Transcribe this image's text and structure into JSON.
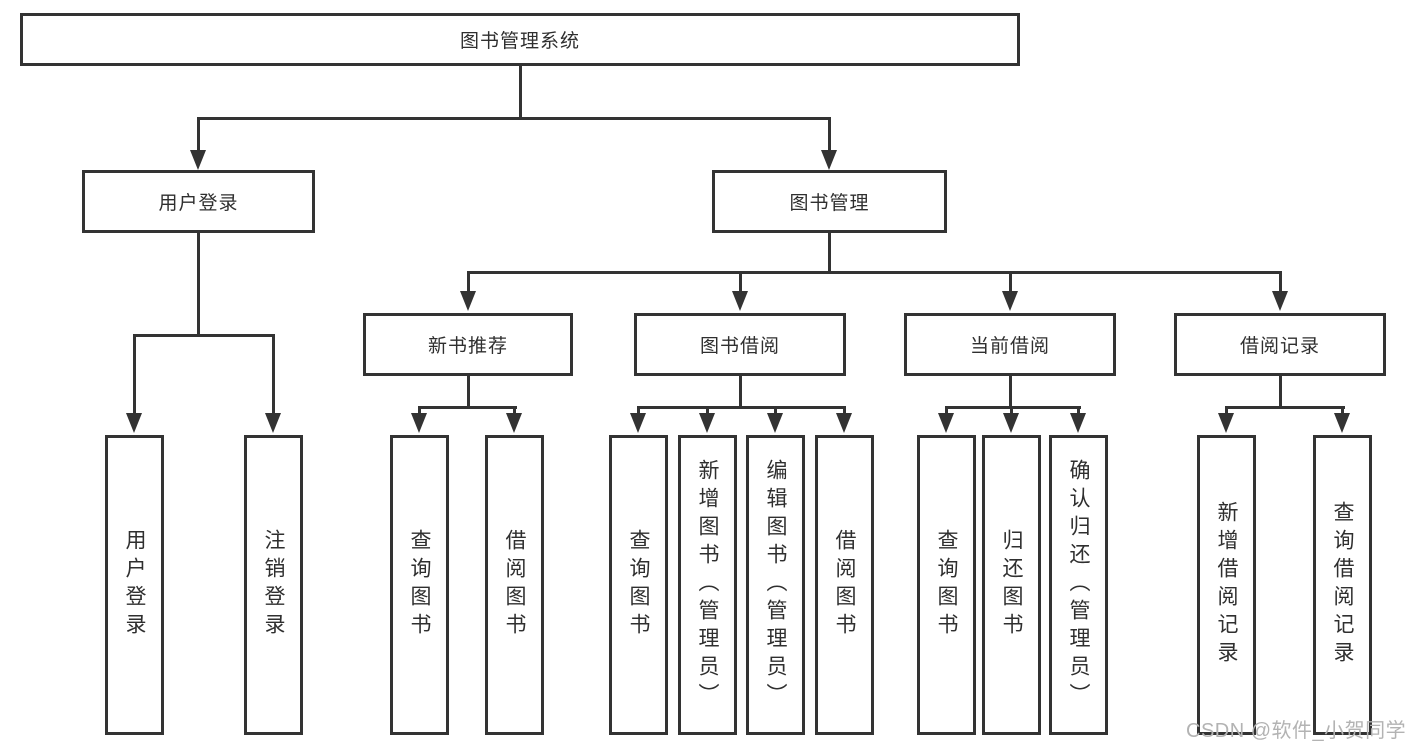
{
  "diagram": {
    "title": "图书管理系统",
    "watermark": "CSDN @软件_小贺同学",
    "colors": {
      "line": "#333333",
      "box_border": "#333333",
      "text": "#2f2f2f",
      "watermark": "#b3b3b3",
      "background": "#ffffff"
    },
    "nodes": {
      "root": {
        "label": "图书管理系统"
      },
      "user_login": {
        "label": "用户登录"
      },
      "book_management": {
        "label": "图书管理"
      },
      "new_book_recommendation": {
        "label": "新书推荐"
      },
      "book_borrowing": {
        "label": "图书借阅"
      },
      "current_borrowing": {
        "label": "当前借阅"
      },
      "borrowing_records": {
        "label": "借阅记录"
      },
      "leaf_user_login": {
        "label": "用户登录"
      },
      "leaf_logout": {
        "label": "注销登录"
      },
      "leaf_nbr_query_books": {
        "label": "查询图书"
      },
      "leaf_nbr_borrow_books": {
        "label": "借阅图书"
      },
      "leaf_bb_query_books": {
        "label": "查询图书"
      },
      "leaf_bb_add_books_admin": {
        "label": "新增图书（管理员）"
      },
      "leaf_bb_edit_books_admin": {
        "label": "编辑图书（管理员）"
      },
      "leaf_bb_borrow_books": {
        "label": "借阅图书"
      },
      "leaf_cb_query_books": {
        "label": "查询图书"
      },
      "leaf_cb_return_books": {
        "label": "归还图书"
      },
      "leaf_cb_confirm_return_admin": {
        "label": "确认归还（管理员）"
      },
      "leaf_br_add_borrow_record": {
        "label": "新增借阅记录"
      },
      "leaf_br_query_borrow_record": {
        "label": "查询借阅记录"
      }
    },
    "hierarchy": {
      "图书管理系统": {
        "用户登录": [
          "用户登录",
          "注销登录"
        ],
        "图书管理": {
          "新书推荐": [
            "查询图书",
            "借阅图书"
          ],
          "图书借阅": [
            "查询图书",
            "新增图书（管理员）",
            "编辑图书（管理员）",
            "借阅图书"
          ],
          "当前借阅": [
            "查询图书",
            "归还图书",
            "确认归还（管理员）"
          ],
          "借阅记录": [
            "新增借阅记录",
            "查询借阅记录"
          ]
        }
      }
    }
  }
}
